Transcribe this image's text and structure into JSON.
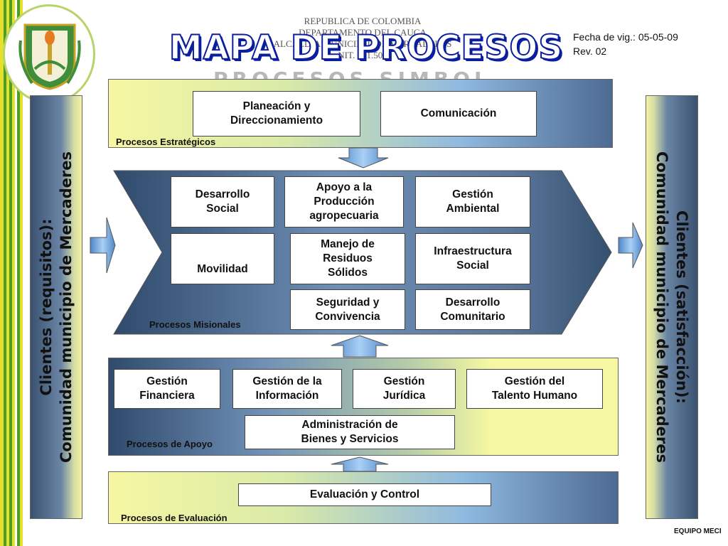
{
  "header": {
    "lines": [
      "REPUBLICA DE COLOMBIA",
      "DEPARTAMENTO DEL CAUCA",
      "ALCALDIA MUNICIPAL DE MERCADERES",
      "NIT. 891.502"
    ],
    "title": "MAPA DE PROCESOS",
    "ghost_text": "PROCESOS SIMBOL",
    "effective_date": "Fecha de vig.: 05-05-09",
    "revision": "Rev. 02"
  },
  "sides": {
    "left": {
      "line1": "Clientes (requisitos):",
      "line2": "Comunidad municipio  de  Mercaderes"
    },
    "right": {
      "line1": "Clientes (satisfacción):",
      "line2": "Comunidad municipio de Mercaderes"
    }
  },
  "estrategicos": {
    "label": "Procesos Estratégicos",
    "items": [
      "Planeación y\nDireccionamiento",
      "Comunicación"
    ]
  },
  "misionales": {
    "label": "Procesos Misionales",
    "items": [
      "Desarrollo\nSocial",
      "Apoyo a la\nProducción\nagropecuaria",
      "Gestión\nAmbiental",
      "Movilidad",
      "Manejo de\nResiduos\nSólidos",
      "Infraestructura\nSocial",
      "Seguridad y\nConvivencia",
      "Desarrollo\nComunitario"
    ]
  },
  "apoyo": {
    "label": "Procesos de Apoyo",
    "items": [
      "Gestión\nFinanciera",
      "Gestión de la\nInformación",
      "Gestión\nJurídica",
      "Gestión del\nTalento Humano",
      "Administración  de\nBienes y Servicios"
    ]
  },
  "evaluacion": {
    "label": "Procesos de Evaluación",
    "items": [
      "Evaluación y Control"
    ]
  },
  "footer": "EQUIPO MECI",
  "colors": {
    "title_stroke": "#0b1f9e",
    "panel_dark": "#3a5270",
    "panel_light": "#f6f7a2",
    "arrow_blue": "#7fb2e8",
    "stripe_green": "#4a9e2c",
    "stripe_yellow": "#e6e02a"
  }
}
